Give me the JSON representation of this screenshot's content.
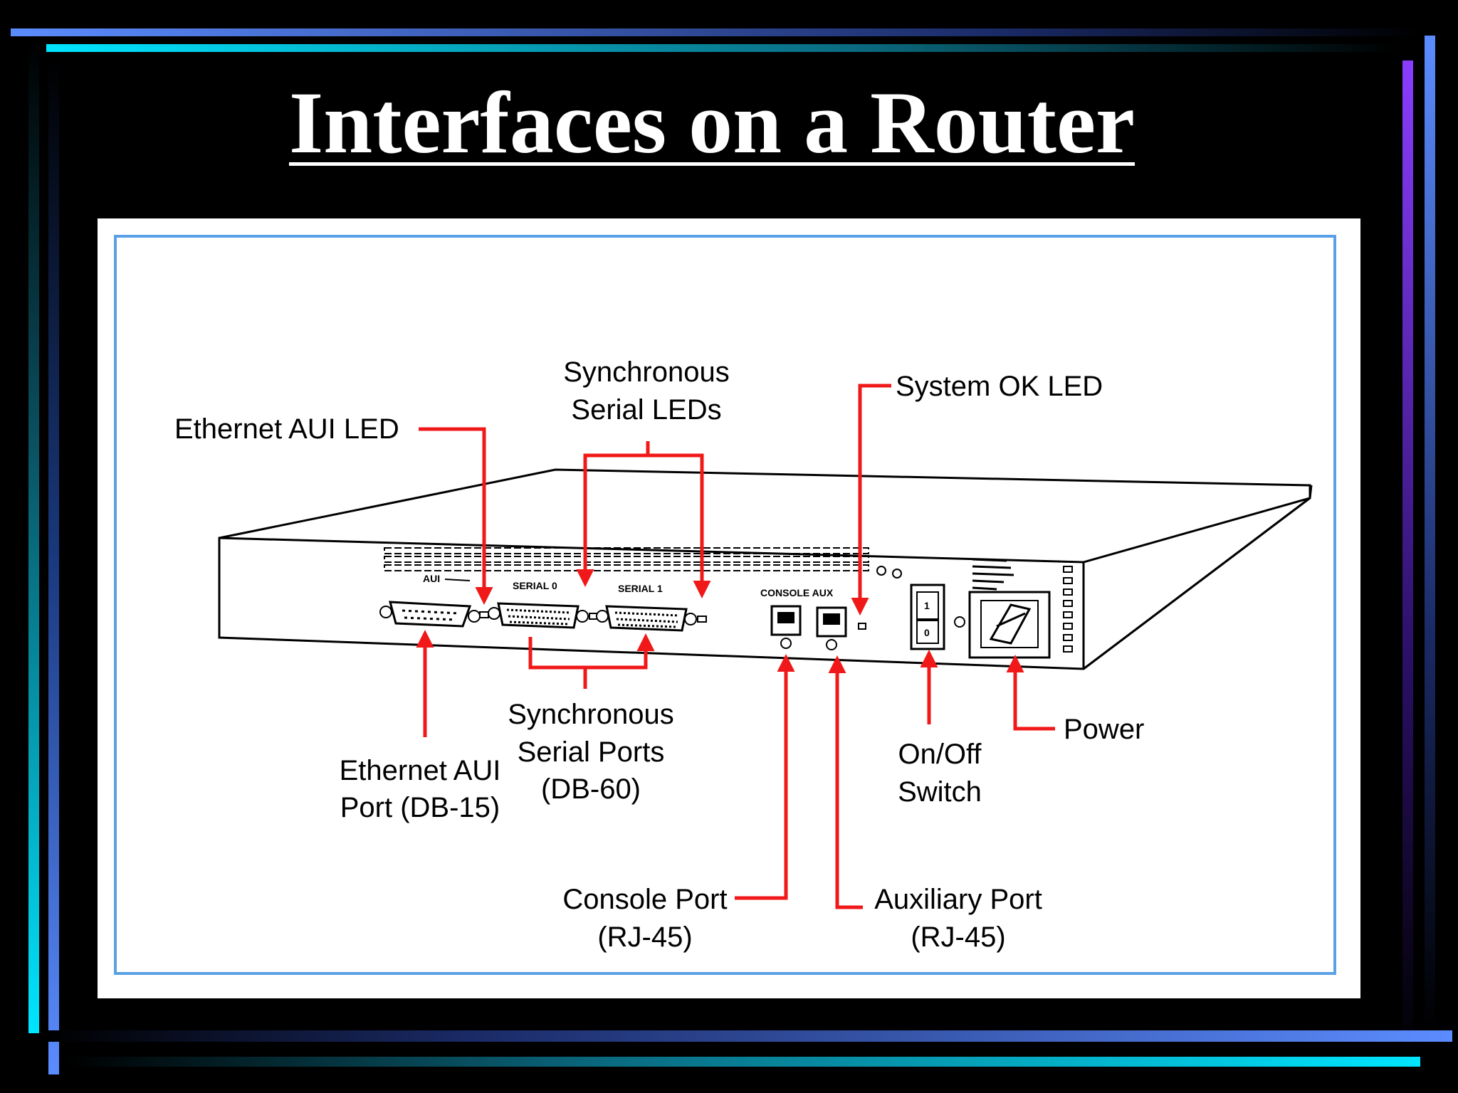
{
  "slide": {
    "title": "Interfaces on a Router",
    "accent_colors": [
      "#00e5ff",
      "#5b8cff",
      "#8a3dff"
    ]
  },
  "diagram": {
    "callouts": {
      "ethernet_aui_led": "Ethernet AUI LED",
      "sync_serial_leds": [
        "Synchronous",
        "Serial LEDs"
      ],
      "system_ok_led": "System OK LED",
      "sync_serial_ports": [
        "Synchronous",
        "Serial Ports",
        "(DB-60)"
      ],
      "ethernet_aui_port": [
        "Ethernet AUI",
        "Port (DB-15)"
      ],
      "power": "Power",
      "on_off_switch": [
        "On/Off",
        "Switch"
      ],
      "console_port": [
        "Console Port",
        "(RJ-45)"
      ],
      "auxiliary_port": [
        "Auxiliary Port",
        "(RJ-45)"
      ]
    },
    "panel_labels": {
      "aui": "AUI",
      "serial0": "SERIAL 0",
      "serial1": "SERIAL 1",
      "console_aux": "CONSOLE AUX",
      "switch_on": "1",
      "switch_off": "0"
    }
  }
}
